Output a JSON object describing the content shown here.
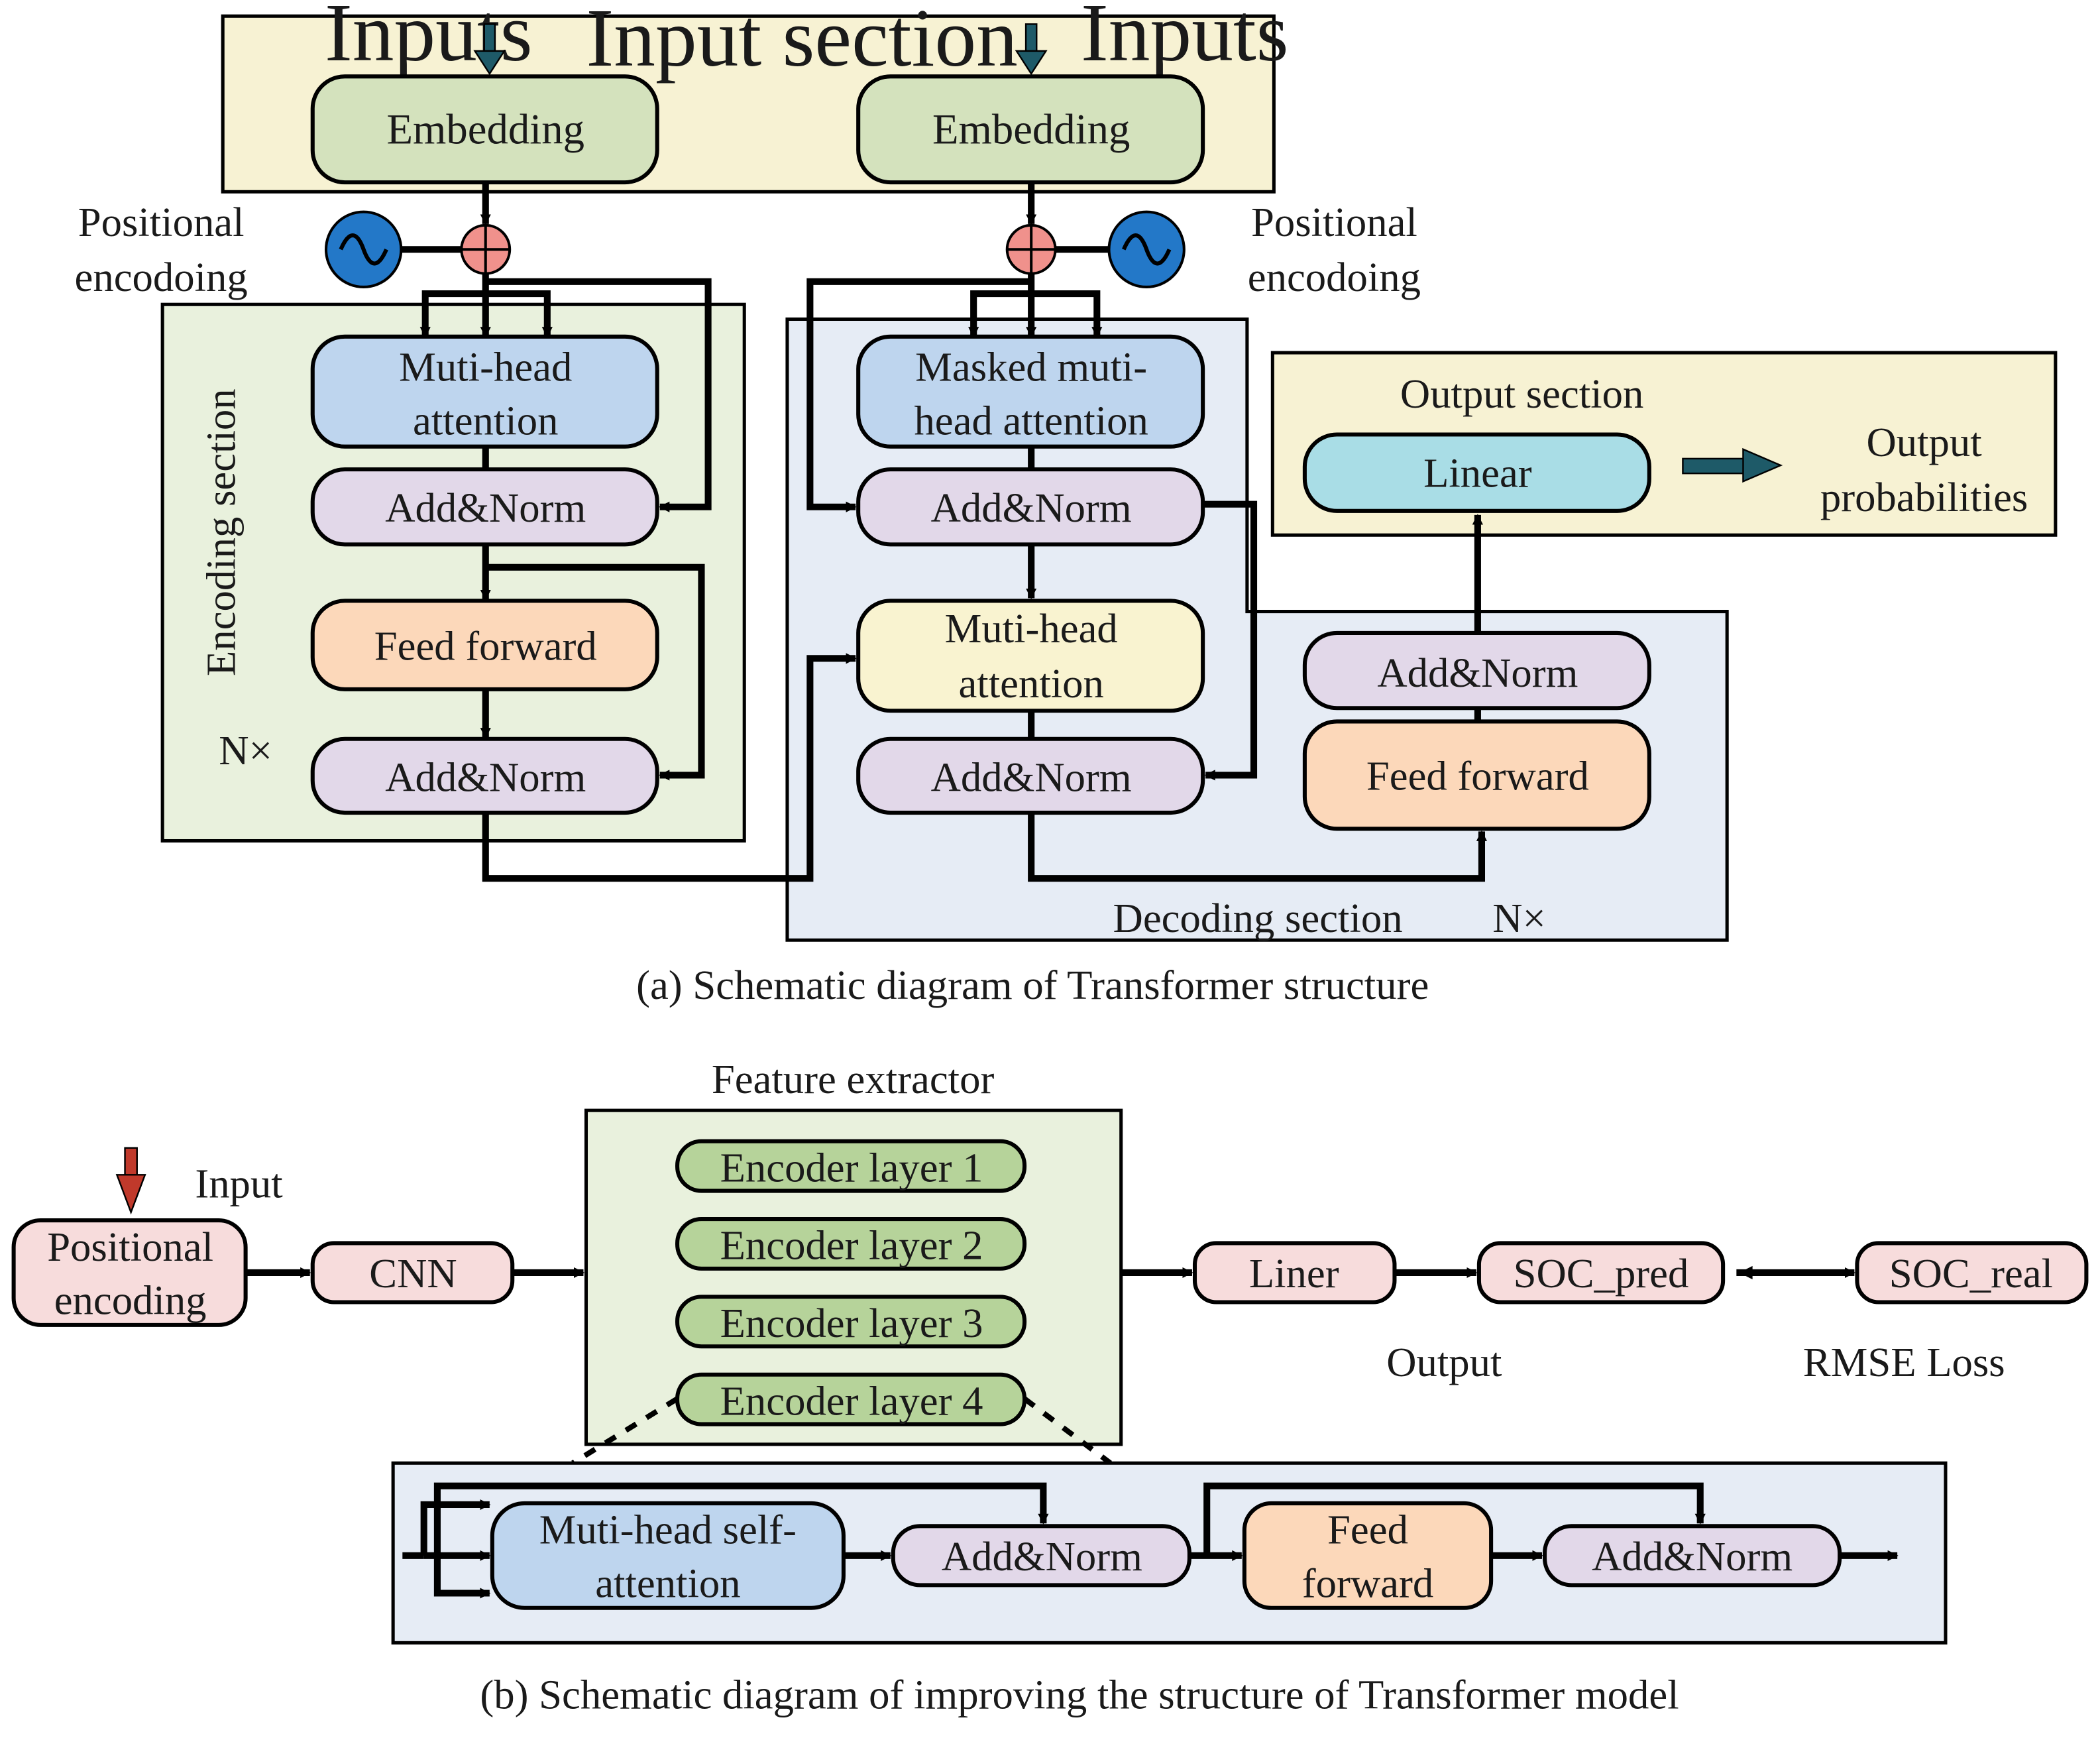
{
  "panel_a": {
    "caption": "(a) Schematic diagram of Transformer structure",
    "input_section_label": "Input section",
    "inputs_left": "Inputs",
    "inputs_right": "Inputs",
    "embedding_left": "Embedding",
    "embedding_right": "Embedding",
    "positional_left": [
      "Positional",
      "encodoing"
    ],
    "positional_right": [
      "Positional",
      "encodoing"
    ],
    "encoding_section_label": "Encoding section",
    "encoder": {
      "attention": [
        "Muti-head",
        "attention"
      ],
      "add_norm_1": "Add&Norm",
      "feed_forward": "Feed forward",
      "add_norm_2": "Add&Norm",
      "repeat": "N×"
    },
    "decoder": {
      "masked_attention": [
        "Masked muti-",
        "head attention"
      ],
      "add_norm_1": "Add&Norm",
      "cross_attention": [
        "Muti-head",
        "attention"
      ],
      "add_norm_2": "Add&Norm",
      "feed_forward": "Feed forward",
      "add_norm_3": "Add&Norm",
      "section_label": "Decoding section",
      "repeat": "N×"
    },
    "output_section_label": "Output section",
    "linear": "Linear",
    "output_probabilities": [
      "Output",
      "probabilities"
    ]
  },
  "panel_b": {
    "caption": "(b) Schematic diagram of improving the structure of Transformer model",
    "input_label": "Input",
    "positional_encoding": [
      "Positional",
      "encoding"
    ],
    "cnn": "CNN",
    "feature_extractor_label": "Feature extractor",
    "encoder_layers": [
      "Encoder layer 1",
      "Encoder layer 2",
      "Encoder layer 3",
      "Encoder layer 4"
    ],
    "liner": "Liner",
    "soc_pred": "SOC_pred",
    "soc_real": "SOC_real",
    "output_label": "Output",
    "loss_label": "RMSE Loss",
    "detail": {
      "self_attention": [
        "Muti-head self-",
        "attention"
      ],
      "add_norm_1": "Add&Norm",
      "feed_forward": [
        "Feed",
        "forward"
      ],
      "add_norm_2": "Add&Norm"
    }
  },
  "colors": {
    "input_section_bg": "#f7f2d3",
    "encoding_section_bg": "#e9f1dd",
    "decoding_section_bg": "#e6ecf5",
    "embedding_fill": "#d4e2bd",
    "attention_fill": "#bed5ee",
    "add_norm_fill": "#e2d8e9",
    "feed_forward_fill": "#fcd8ba",
    "cross_attention_fill": "#f9f3d0",
    "linear_fill": "#a9dde6",
    "encoder_layer_fill": "#b6d39a",
    "pink_fill": "#f7dcdc",
    "positional_circle": "#2378c8",
    "adder": "#f0918c",
    "arrow_teal": "#1e5a68",
    "arrow_red": "#c0392b"
  },
  "icons": [
    "sine-wave-icon",
    "adder-icon",
    "down-arrow-icon",
    "right-arrow-icon"
  ]
}
